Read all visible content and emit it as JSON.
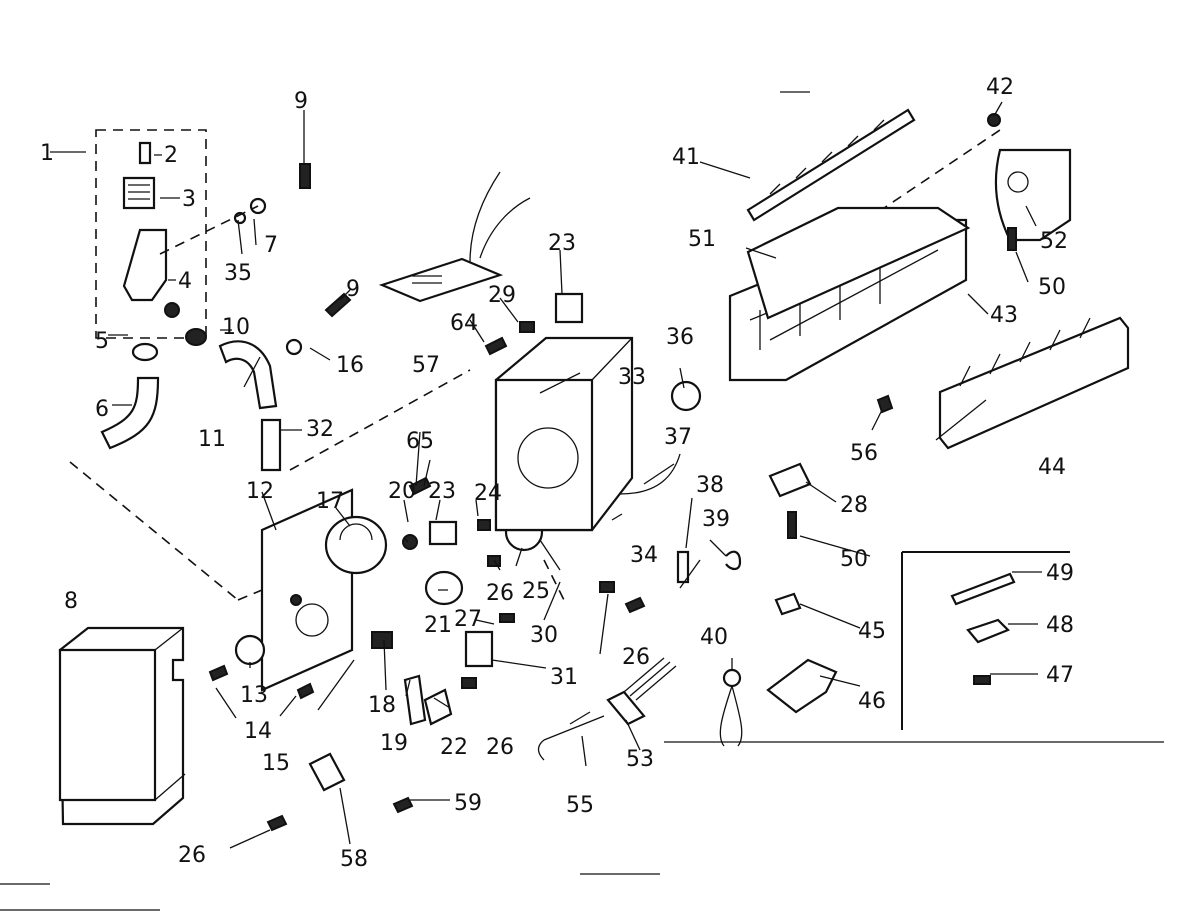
{
  "diagram": {
    "callouts": [
      "1",
      "2",
      "3",
      "4",
      "5",
      "6",
      "7",
      "8",
      "9",
      "9",
      "10",
      "11",
      "12",
      "13",
      "14",
      "15",
      "16",
      "17",
      "18",
      "19",
      "20",
      "21",
      "22",
      "23",
      "23",
      "24",
      "25",
      "26",
      "26",
      "26",
      "26",
      "27",
      "28",
      "29",
      "30",
      "31",
      "32",
      "33",
      "34",
      "35",
      "36",
      "37",
      "38",
      "39",
      "40",
      "41",
      "42",
      "43",
      "44",
      "45",
      "46",
      "47",
      "48",
      "49",
      "50",
      "50",
      "51",
      "52",
      "53",
      "55",
      "56",
      "57",
      "58",
      "59",
      "64",
      "65"
    ]
  }
}
